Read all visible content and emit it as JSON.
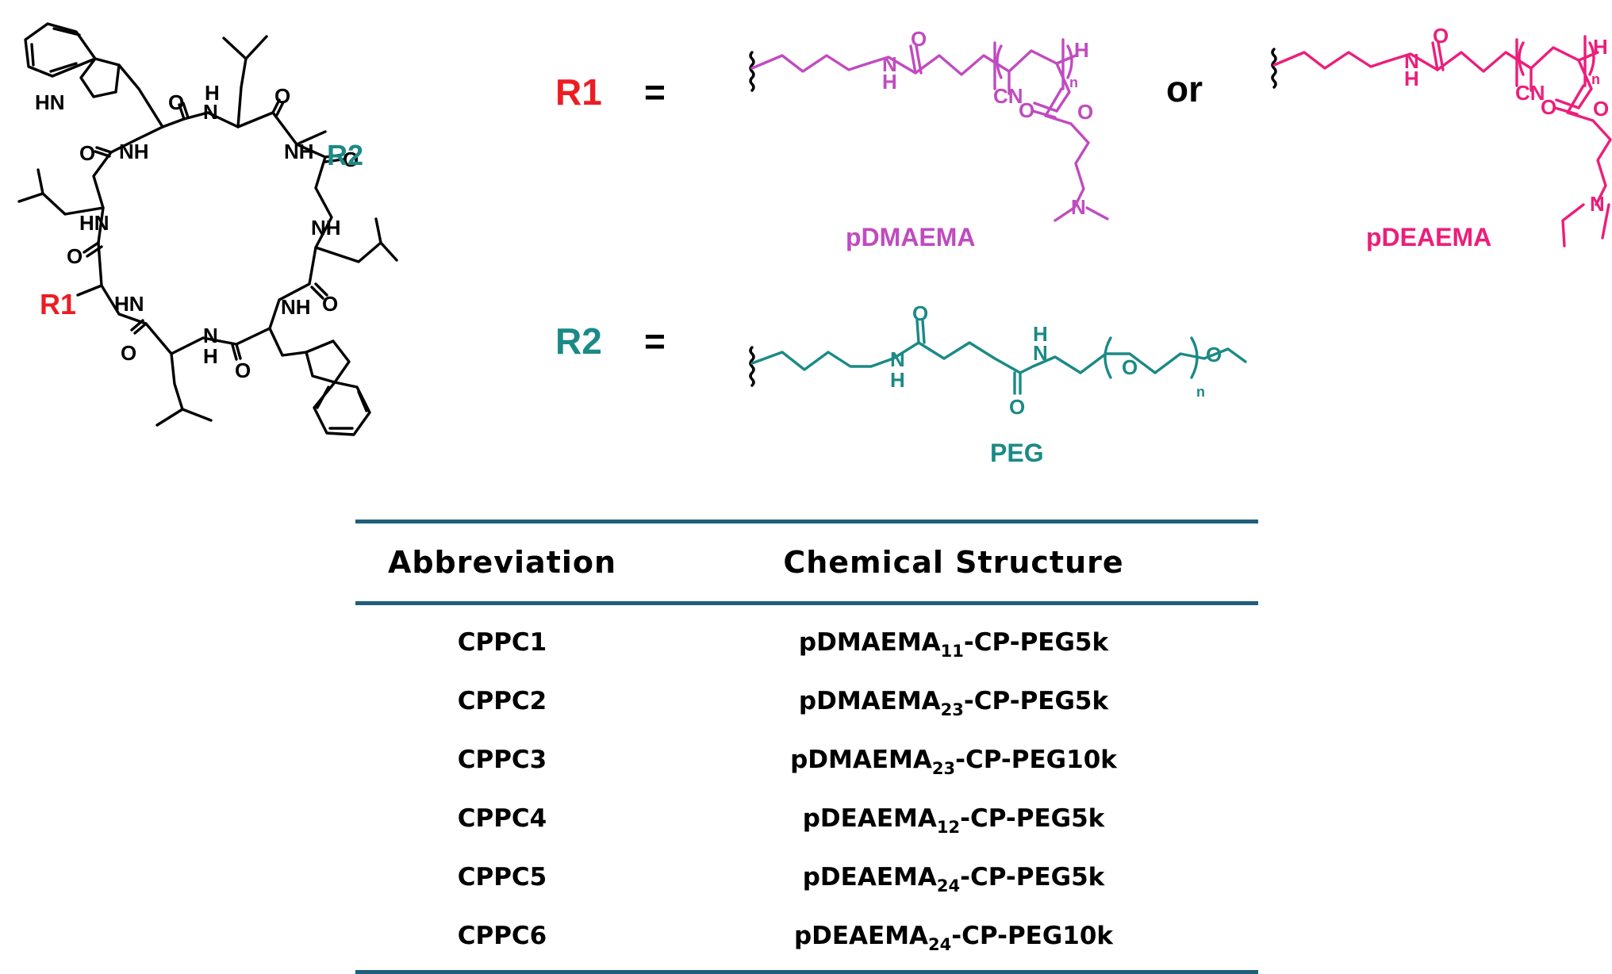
{
  "core_labels": {
    "nh_labels": [
      "HN",
      "H",
      "N",
      "NH",
      "NH",
      "HN",
      "HN",
      "NH",
      "N",
      "H",
      "NH"
    ],
    "o_labels": [
      "O",
      "O",
      "O",
      "O",
      "O",
      "O",
      "O",
      "O"
    ],
    "r1": "R1",
    "r2": "R2"
  },
  "r1_row": {
    "label": "R1",
    "equals": "=",
    "or": "or",
    "polymer_a": {
      "name": "pDMAEMA",
      "atoms": [
        "O",
        "N",
        "H",
        "H",
        "n",
        "CN",
        "O",
        "O",
        "N"
      ]
    },
    "polymer_b": {
      "name": "pDEAEMA",
      "atoms": [
        "O",
        "N",
        "H",
        "H",
        "n",
        "CN",
        "O",
        "O",
        "N"
      ]
    }
  },
  "r2_row": {
    "label": "R2",
    "equals": "=",
    "polymer": {
      "name": "PEG",
      "atoms": [
        "N",
        "H",
        "O",
        "H",
        "N",
        "O",
        "O",
        "n",
        "O"
      ]
    }
  },
  "colors": {
    "r1": "#ED1C24",
    "r2": "#1B8A86",
    "pdmaema": "#C04BBF",
    "pdeaema": "#EC1E7A",
    "table_rule": "#1F5F79"
  },
  "table": {
    "headers": [
      "Abbreviation",
      "Chemical Structure"
    ],
    "rows": [
      {
        "abbr": "CPPC1",
        "s_pre": "pDMAEMA",
        "s_sub": "11",
        "s_post": "-CP-PEG5k"
      },
      {
        "abbr": "CPPC2",
        "s_pre": "pDMAEMA",
        "s_sub": "23",
        "s_post": "-CP-PEG5k"
      },
      {
        "abbr": "CPPC3",
        "s_pre": "pDMAEMA",
        "s_sub": "23",
        "s_post": "-CP-PEG10k"
      },
      {
        "abbr": "CPPC4",
        "s_pre": "pDEAEMA",
        "s_sub": "12",
        "s_post": "-CP-PEG5k"
      },
      {
        "abbr": "CPPC5",
        "s_pre": "pDEAEMA",
        "s_sub": "24",
        "s_post": "-CP-PEG5k"
      },
      {
        "abbr": "CPPC6",
        "s_pre": "pDEAEMA",
        "s_sub": "24",
        "s_post": "-CP-PEG10k"
      }
    ]
  }
}
